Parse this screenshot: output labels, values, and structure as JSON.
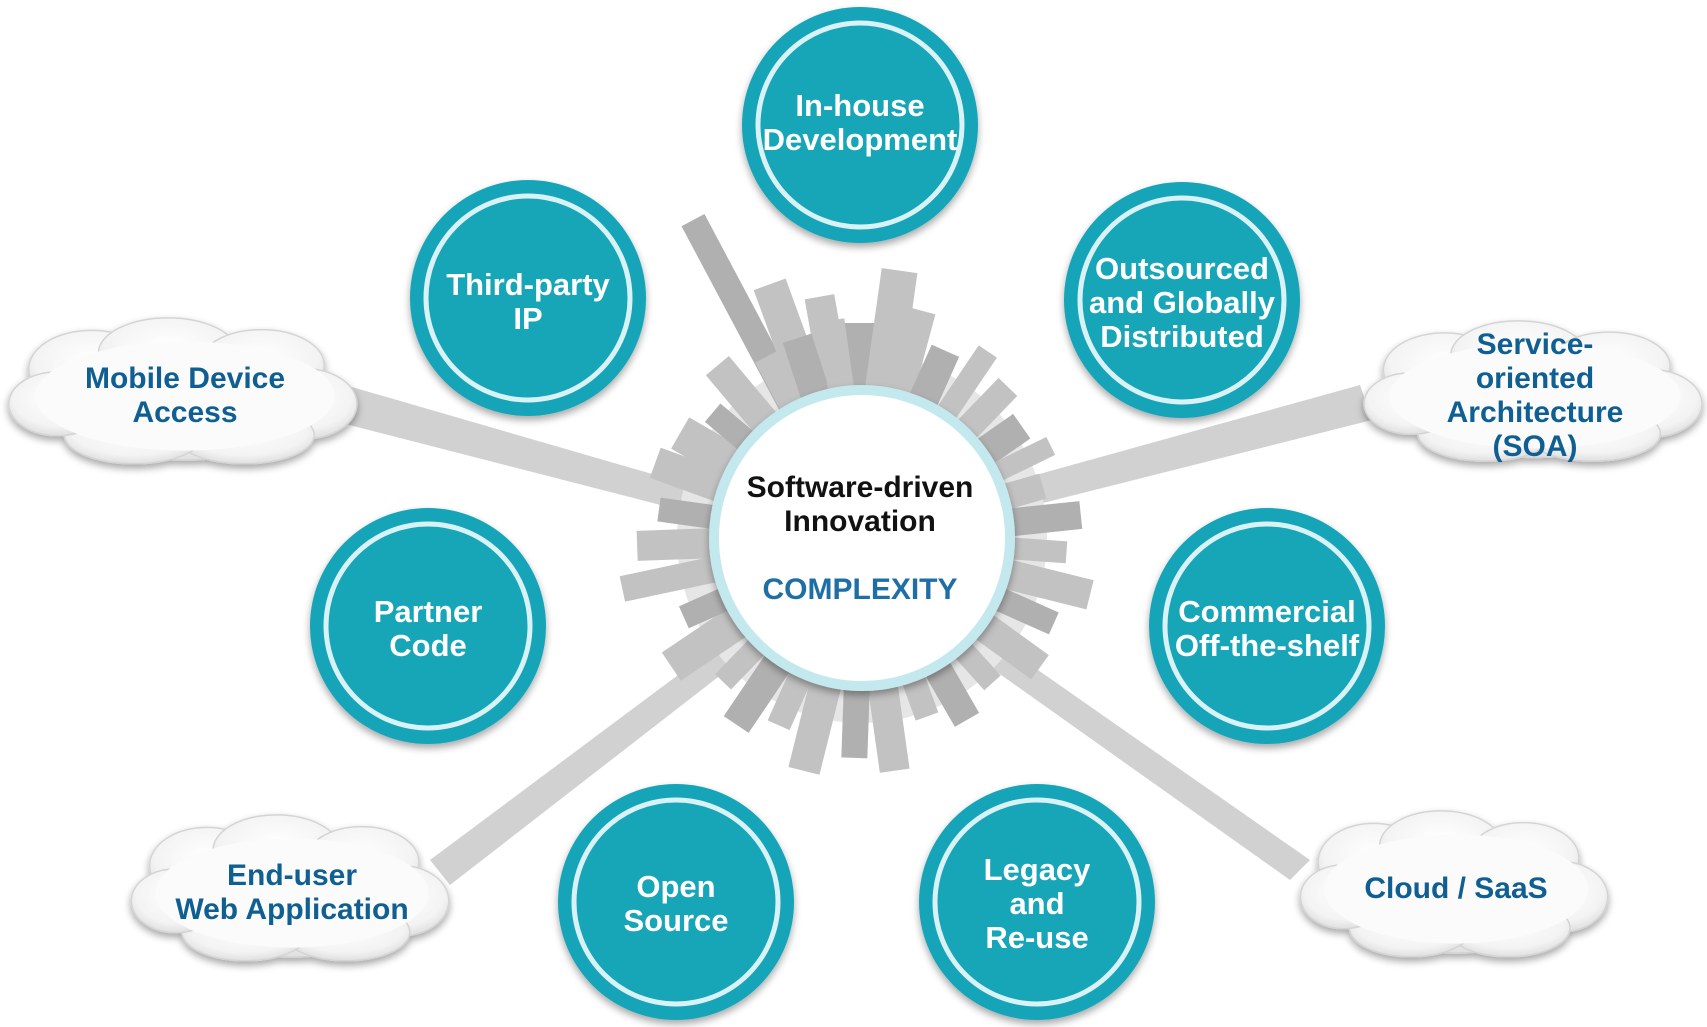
{
  "center": {
    "title": "Software-driven\nInnovation",
    "subtitle": "COMPLEXITY"
  },
  "nodes": [
    {
      "id": "in-house-development",
      "label": "In-house\nDevelopment"
    },
    {
      "id": "third-party-ip",
      "label": "Third-party\nIP"
    },
    {
      "id": "outsourced-globally-distributed",
      "label": "Outsourced\nand Globally\nDistributed"
    },
    {
      "id": "partner-code",
      "label": "Partner\nCode"
    },
    {
      "id": "commercial-off-the-shelf",
      "label": "Commercial\nOff-the-shelf"
    },
    {
      "id": "open-source",
      "label": "Open\nSource"
    },
    {
      "id": "legacy-and-reuse",
      "label": "Legacy\nand\nRe-use"
    }
  ],
  "clouds": [
    {
      "id": "mobile-device-access",
      "label": "Mobile Device\nAccess"
    },
    {
      "id": "soa",
      "label": "Service-oriented\nArchitecture (SOA)"
    },
    {
      "id": "end-user-web-application",
      "label": "End-user\nWeb Application"
    },
    {
      "id": "cloud-saas",
      "label": "Cloud / SaaS"
    }
  ],
  "colors": {
    "teal": "#17a5b8",
    "teal_dark": "#0f8ea0",
    "teal_ring": "#d8f2f6",
    "cloud_text": "#0f5f93",
    "complexity_text": "#1d6fa5",
    "rays": "#b8b8b8",
    "center_ring": "#bfe7ee"
  }
}
